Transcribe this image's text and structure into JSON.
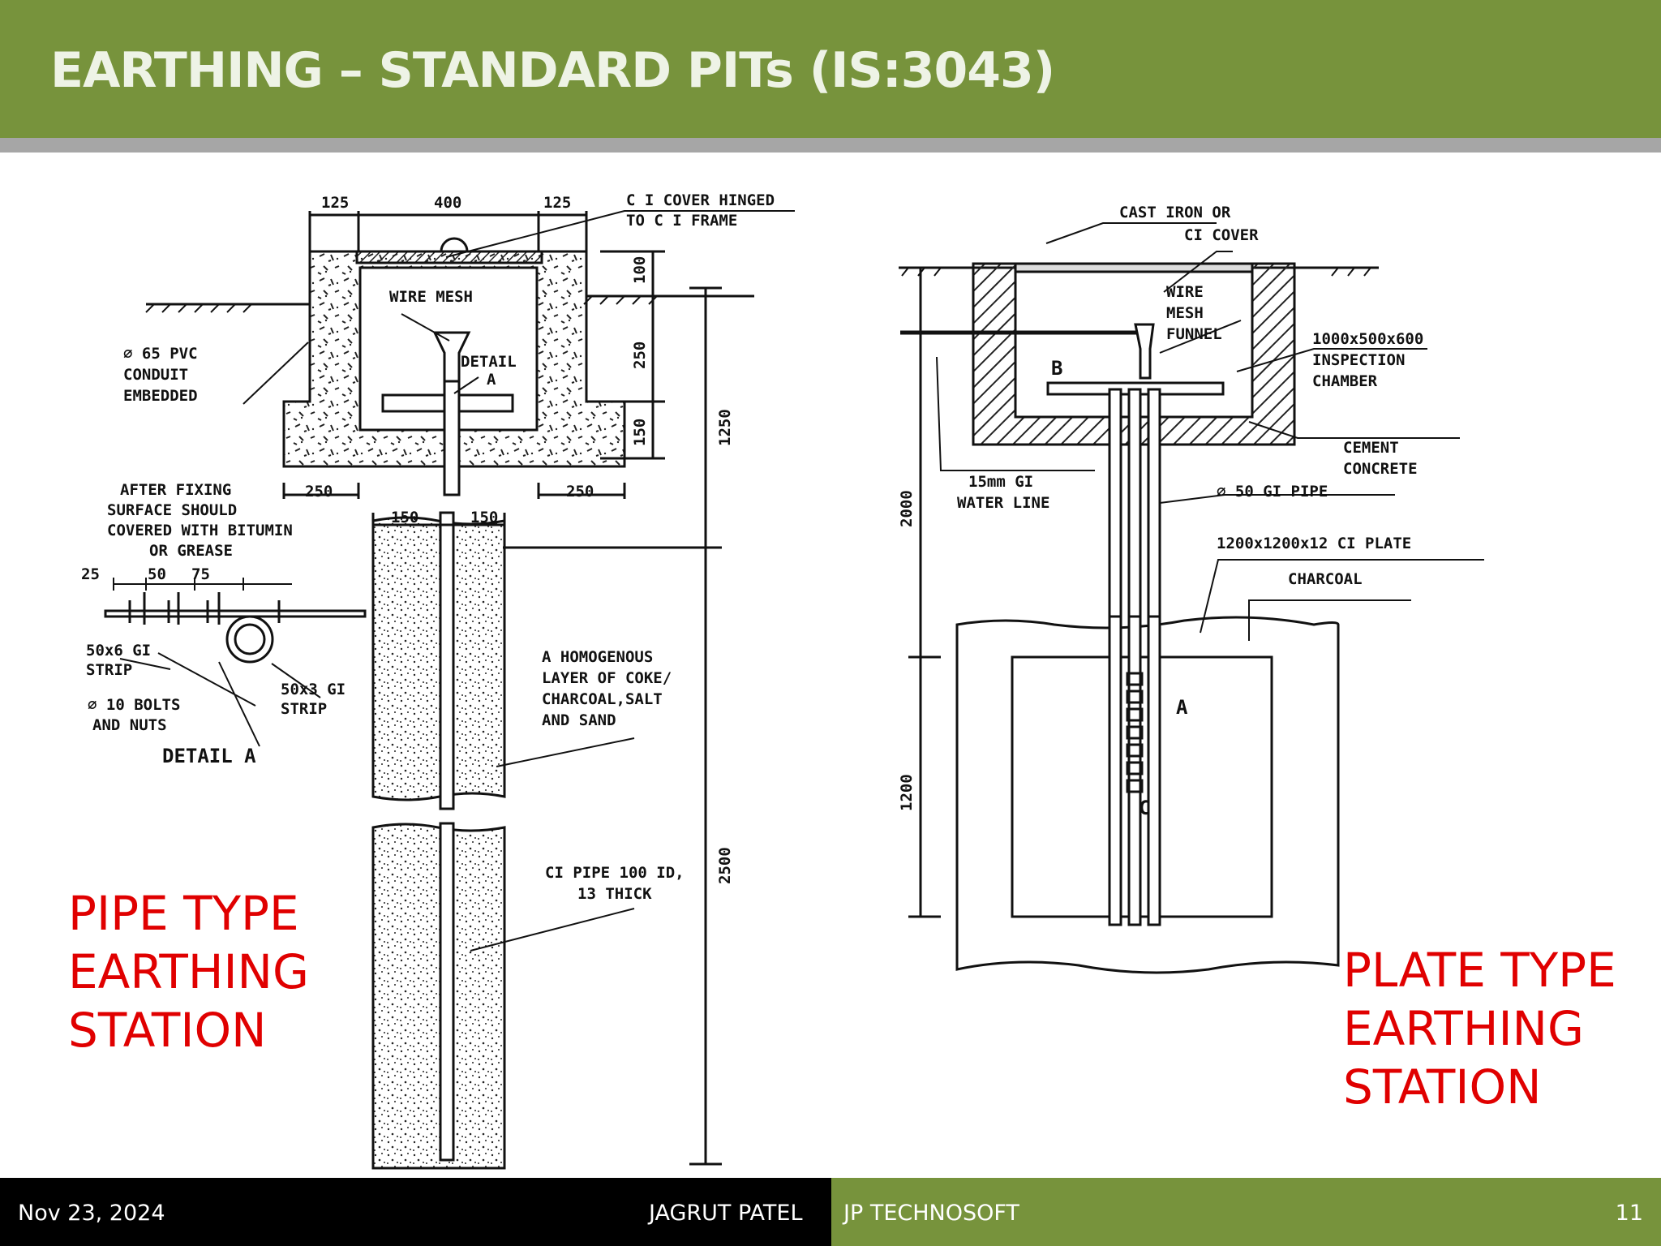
{
  "slide": {
    "title": "EARTHING – STANDARD PITs (IS:3043)",
    "title_color": "#eef3e6",
    "header_color": "#77933c",
    "rule_color": "#a6a6a6"
  },
  "pipe_drawing": {
    "caption": [
      "PIPE TYPE",
      "EARTHING",
      "STATION"
    ],
    "labels": {
      "dim_125_left": "125",
      "dim_400": "400",
      "dim_125_right": "125",
      "cover_1": "C I COVER HINGED",
      "cover_2": "TO C I FRAME",
      "dim_100": "100",
      "dim_250_v": "250",
      "dim_150_v": "150",
      "dim_1250": "1250",
      "dim_2500": "2500",
      "wire_mesh": "WIRE MESH",
      "detail_a_1": "DETAIL",
      "detail_a_2": "A",
      "pvc_1": "⌀ 65 PVC",
      "pvc_2": "CONDUIT",
      "pvc_3": "EMBEDDED",
      "after_1": "AFTER FIXING",
      "after_2": "SURFACE SHOULD",
      "after_3": "COVERED WITH BITUMIN",
      "after_4": "OR GREASE",
      "dim_250_left": "250",
      "dim_250_right": "250",
      "dim_150_left": "150",
      "dim_150_right": "150",
      "d25": "25",
      "d50": "50",
      "d75": "75",
      "strip_1": "50x6 GI",
      "strip_2": "STRIP",
      "bolts_1": "⌀ 10 BOLTS",
      "bolts_2": "AND NUTS",
      "strip3_1": "50x3 GI",
      "strip3_2": "STRIP",
      "detail_title": "DETAIL  A",
      "coke_1": "A HOMOGENOUS",
      "coke_2": "LAYER OF COKE/",
      "coke_3": "CHARCOAL,SALT",
      "coke_4": "AND SAND",
      "ci_pipe_1": "CI PIPE 100 ID,",
      "ci_pipe_2": "13 THICK"
    }
  },
  "plate_drawing": {
    "caption": [
      "PLATE TYPE",
      "EARTHING",
      "STATION"
    ],
    "labels": {
      "cast_1": "CAST IRON OR",
      "cast_2": "CI COVER",
      "wire_1": "WIRE",
      "wire_2": "MESH",
      "wire_3": "FUNNEL",
      "b": "B",
      "insp_1": "1000x500x600",
      "insp_2": "INSPECTION",
      "insp_3": "CHAMBER",
      "cement_1": "CEMENT",
      "cement_2": "CONCRETE",
      "water_1": "15mm GI",
      "water_2": "WATER LINE",
      "gi_pipe": "⌀ 50 GI PIPE",
      "plate": "1200x1200x12 CI PLATE",
      "charcoal": "CHARCOAL",
      "dim_2000": "2000",
      "dim_1200": "1200",
      "a": "A",
      "c": "C"
    }
  },
  "footer": {
    "date": "Nov 23, 2024",
    "author": "JAGRUT PATEL",
    "company": "JP TECHNOSOFT",
    "page": "11",
    "left_color": "#000000",
    "right_color": "#77933c"
  },
  "caption_color": "#e00000"
}
